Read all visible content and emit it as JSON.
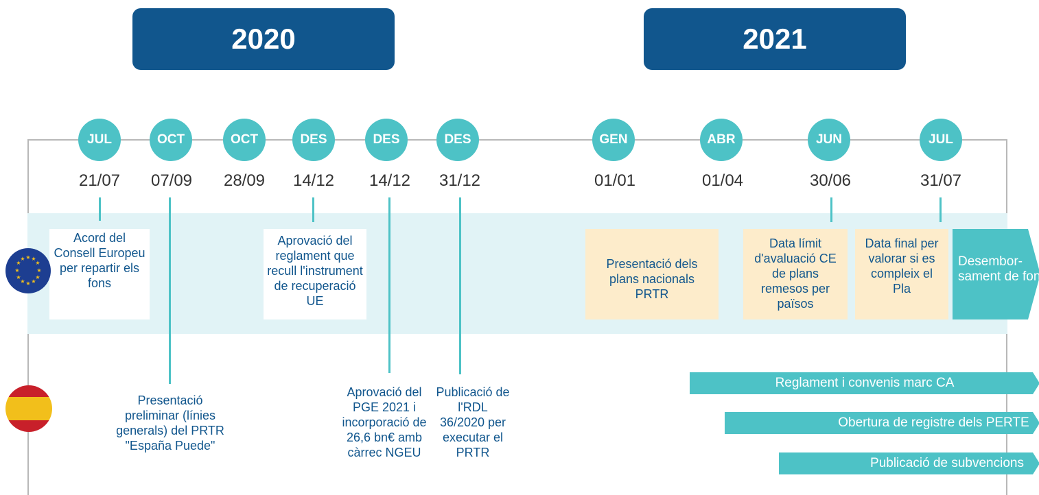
{
  "years": [
    "2020",
    "2021"
  ],
  "months": [
    "JUL",
    "OCT",
    "OCT",
    "DES",
    "DES",
    "DES",
    "GEN",
    "ABR",
    "JUN",
    "JUL"
  ],
  "dates": [
    "21/07",
    "07/09",
    "28/09",
    "14/12",
    "14/12",
    "31/12",
    "01/01",
    "01/04",
    "30/06",
    "31/07"
  ],
  "eu_events": [
    "Acord del Consell Europeu per repartir els fons",
    "Aprovació del reglament que recull l'instrument de recuperació UE",
    "Presentació dels plans nacionals PRTR",
    "Data límit d'avaluació CE de plans remesos per països",
    "Data final per valorar si es compleix el Pla",
    "Desembor-sament de fons"
  ],
  "es_events": [
    "Presentació preliminar (línies generals) del PRTR \"España Puede\"",
    "Aprovació del PGE 2021 i incorporació de 26,6 bn€ amb càrrec NGEU",
    "Publicació de l'RDL 36/2020 per executar el PRTR"
  ],
  "bars": [
    "Reglament i convenis marc CA",
    "Obertura de registre dels PERTE",
    "Publicació de subvencions"
  ],
  "colors": {
    "navy": "#11568d",
    "teal": "#4dc2c6",
    "band": "#e1f3f6",
    "cream": "#fdeccb",
    "eu_blue": "#1d3e91",
    "es_red": "#c8202a",
    "es_yellow": "#f2bf1b"
  },
  "icons": [
    "eu-flag-icon",
    "spain-flag-icon"
  ]
}
